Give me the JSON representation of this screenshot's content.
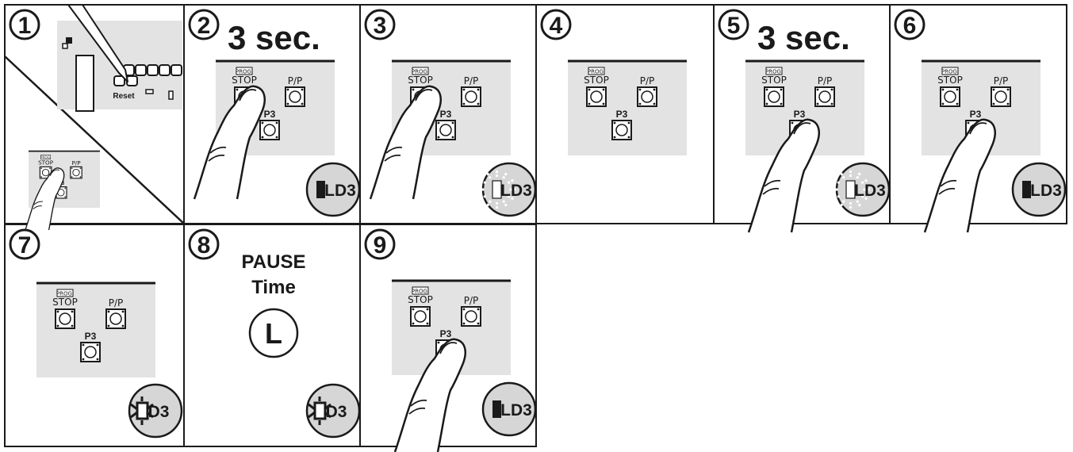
{
  "steps": [
    {
      "number": "1",
      "board_label": "Reset"
    },
    {
      "number": "2",
      "note": "3 sec.",
      "led": "LD3"
    },
    {
      "number": "3",
      "led": "LD3"
    },
    {
      "number": "4"
    },
    {
      "number": "5",
      "note": "3 sec.",
      "led": "LD3"
    },
    {
      "number": "6",
      "led": "LD3"
    },
    {
      "number": "7",
      "led": "D3"
    },
    {
      "number": "8",
      "pause_label": "PAUSE",
      "time_label": "Time",
      "clock_glyph": "L",
      "led": "D3"
    },
    {
      "number": "9",
      "led": "LD3"
    }
  ],
  "buttons": {
    "prog": "PROG.",
    "stop": "STOP",
    "pp": "P/P",
    "p3": "P3"
  },
  "colors": {
    "panel_bg": "#e3e3e3",
    "led_bg": "#d6d6d6",
    "ink": "#1a1a1a",
    "border": "#1a1a1a"
  }
}
